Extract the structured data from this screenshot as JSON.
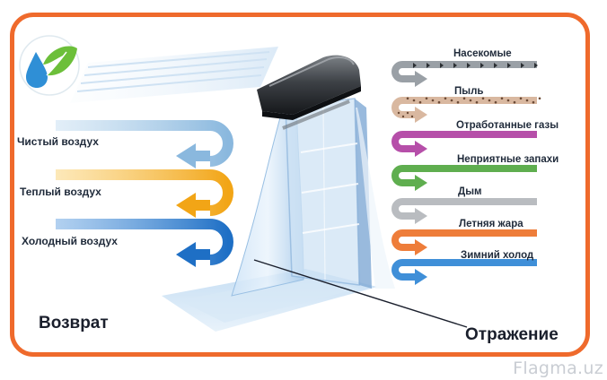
{
  "left_flows": [
    {
      "label": "Чистый воздух",
      "color": "#8ab8de",
      "color_light": "#cfe3f3"
    },
    {
      "label": "Теплый воздух",
      "color": "#f2a516",
      "color_light": "#fbd98a"
    },
    {
      "label": "Холодный воздух",
      "color": "#1e6fc5",
      "color_light": "#7fb2e6"
    }
  ],
  "right_flows": [
    {
      "label": "Насекомые",
      "color": "#9aa0a6",
      "pattern": "insects"
    },
    {
      "label": "Пыль",
      "color": "#d9b8a0",
      "pattern": "dust"
    },
    {
      "label": "Отработанные газы",
      "color": "#b64fa9",
      "pattern": "none"
    },
    {
      "label": "Неприятные запахи",
      "color": "#5fae4f",
      "pattern": "none"
    },
    {
      "label": "Дым",
      "color": "#b9bcc0",
      "pattern": "none"
    },
    {
      "label": "Летняя жара",
      "color": "#ee7d3a",
      "pattern": "none"
    },
    {
      "label": "Зимний холод",
      "color": "#3f8fd8",
      "pattern": "none"
    }
  ],
  "bottom_left_label": "Возврат",
  "bottom_right_label": "Отражение",
  "watermark": "Flagma.uz",
  "logo": {
    "icon": "water-drop-leaf-icon",
    "drop_color": "#2f8fd6",
    "leaf_color": "#6cbf3a"
  },
  "frame_color": "#ef6a2c"
}
